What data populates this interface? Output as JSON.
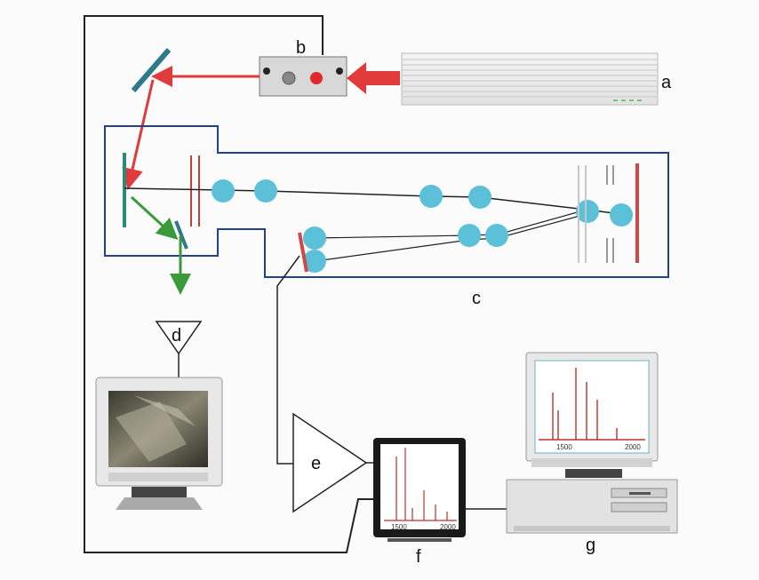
{
  "labels": {
    "a": "a",
    "b": "b",
    "c": "c",
    "d": "d",
    "e": "e",
    "f": "f",
    "g": "g"
  },
  "scope_ticks": [
    "1500",
    "2000"
  ],
  "monitor_ticks": [
    "1500",
    "2000"
  ],
  "colors": {
    "laser_beam": "#e03a3a",
    "ion_beam_green": "#3a9a3a",
    "ion_cloud": "#5bc0d8",
    "flight_tube": "#23408e",
    "mirror": "#2c7a8a",
    "spectrum_trace": "#c0302a"
  }
}
